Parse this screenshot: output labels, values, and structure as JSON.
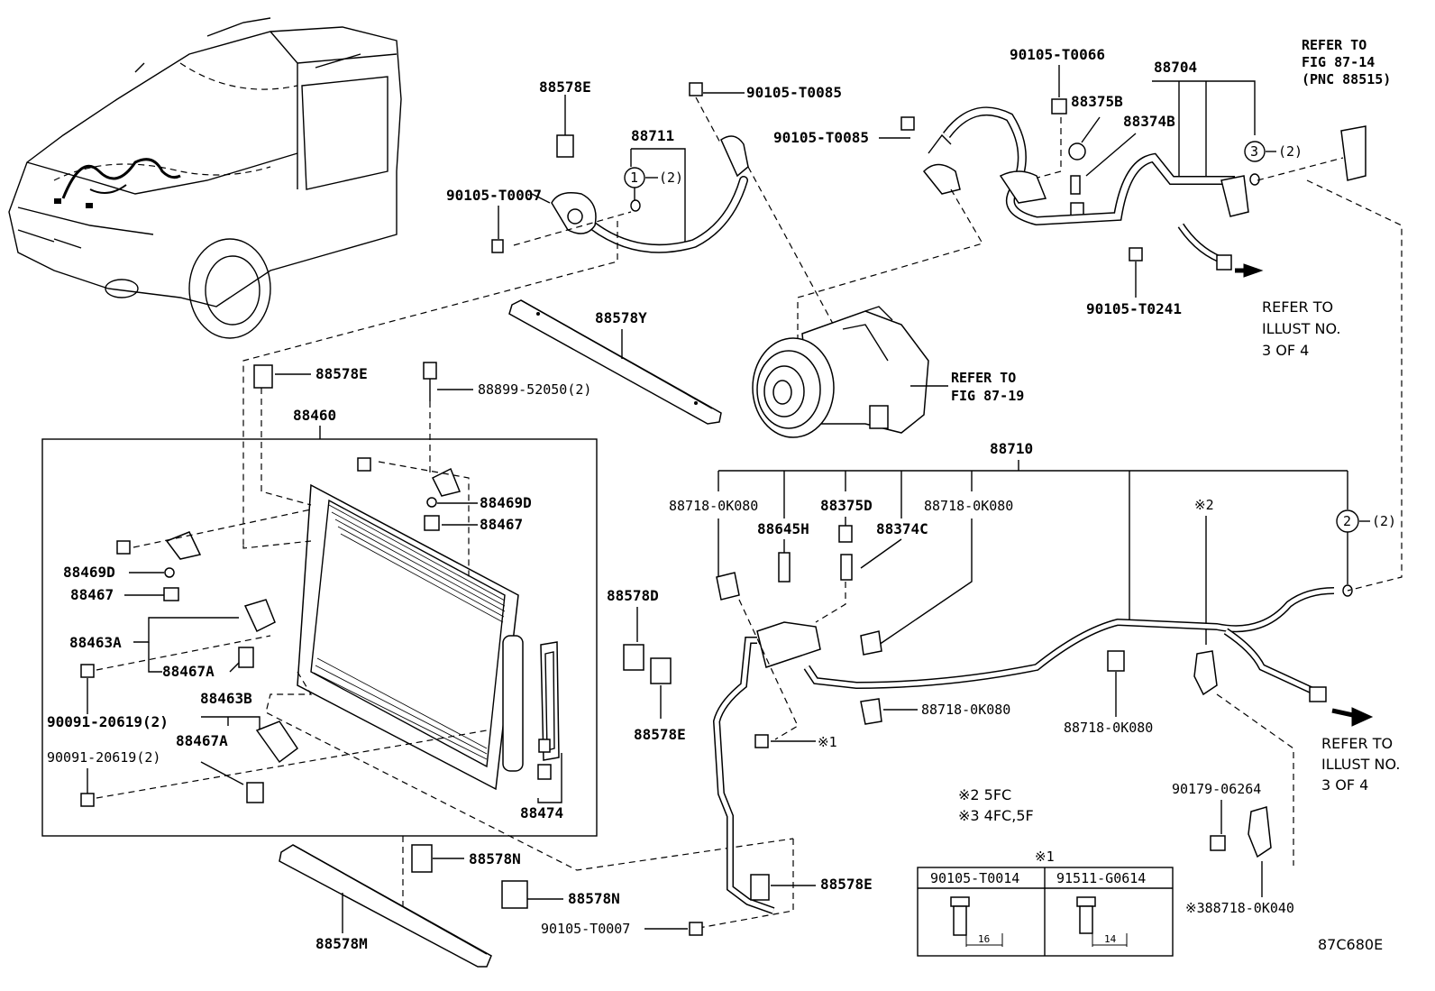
{
  "diagram_code": "87C680E",
  "labels": {
    "p88578E_top": "88578E",
    "p88711": "88711",
    "p90105_T0085_a": "90105-T0085",
    "p90105_T0085_b": "90105-T0085",
    "p90105_T0007_top": "90105-T0007",
    "p90105_T0066": "90105-T0066",
    "p88704": "88704",
    "p88375B": "88375B",
    "p88374B": "88374B",
    "p90105_T0241": "90105-T0241",
    "p88578Y": "88578Y",
    "p88578E_mid": "88578E",
    "p88899_52050": "88899-52050(2)",
    "p88460": "88460",
    "p88469D_a": "88469D",
    "p88467_a": "88467",
    "p88469D_b": "88469D",
    "p88467_b": "88467",
    "p88463A": "88463A",
    "p88467A_a": "88467A",
    "p90091_a": "90091-20619(2)",
    "p88463B": "88463B",
    "p88467A_b": "88467A",
    "p90091_b": "90091-20619(2)",
    "p88474": "88474",
    "p88578D": "88578D",
    "p88578E_lower": "88578E",
    "p88578N_a": "88578N",
    "p88578N_b": "88578N",
    "p88578M": "88578M",
    "p90105_T0007_bottom": "90105-T0007",
    "p88578E_bottom": "88578E",
    "p88710": "88710",
    "p88718_0K080_a": "88718-0K080",
    "p88645H": "88645H",
    "p88375D": "88375D",
    "p88374C": "88374C",
    "p88718_0K080_b": "88718-0K080",
    "p88718_0K080_c": "88718-0K080",
    "p88718_0K080_d": "88718-0K080",
    "p90179_06264": "90179-06264",
    "p88718_0K040": "※388718-0K040",
    "mark_x1": "※1",
    "mark_x2": "※2",
    "qty_2a": "(2)",
    "qty_2b": "(2)",
    "qty_2c": "(2)",
    "circle_1": "1",
    "circle_2": "2",
    "circle_3": "3"
  },
  "references": {
    "fig_87_14_l1": "REFER TO",
    "fig_87_14_l2": "FIG 87-14",
    "fig_87_14_l3": "(PNC 88515)",
    "fig_87_19_l1": "REFER TO",
    "fig_87_19_l2": "FIG 87-19",
    "illust_a_l1": "REFER TO",
    "illust_a_l2": "ILLUST NO.",
    "illust_a_l3": "3 OF 4",
    "illust_b_l1": "REFER TO",
    "illust_b_l2": "ILLUST NO.",
    "illust_b_l3": "3 OF 4"
  },
  "notes": {
    "note2": "※2 5FC",
    "note3": "※3 4FC,5F"
  },
  "bolt_table": {
    "header_mark": "※1",
    "col1_part": "90105-T0014",
    "col1_dim": "16",
    "col2_part": "91511-G0614",
    "col2_dim": "14"
  }
}
